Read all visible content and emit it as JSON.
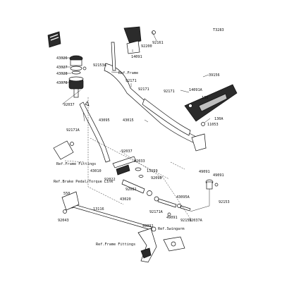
{
  "diagram": {
    "code": "T3283",
    "references": {
      "frame_top": "Ref.Frame",
      "frame_fittings_left": "Ref.Frame Fittings",
      "brake_pedal": "Ref.Brake Pedal/Torque Link",
      "swingarm": "Ref.Swingarm",
      "frame_fittings_bottom": "Ref.Frame Fittings"
    },
    "parts": {
      "p92161": "92161",
      "p92200": "92200",
      "p14091": "14091",
      "p43026": "43026",
      "p43027": "43027",
      "p43028": "43028",
      "p92153A": "92153A",
      "p43078": "43078",
      "p92171a": "92171",
      "p92171b": "92171",
      "p39156": "39156",
      "p14091A": "14091A",
      "p92171c": "92171",
      "p130": "130",
      "p130A": "130A",
      "p11053": "11053",
      "p92037": "92037",
      "p43095": "43095",
      "p43015": "43015",
      "p92171A": "92171A",
      "p92037b": "92037",
      "p92033": "92033",
      "p43010": "43010",
      "p13159": "13159",
      "p92022": "92022",
      "p92098": "92098",
      "p92081": "92081",
      "p43020": "43020",
      "p49091": "49091",
      "p49091b": "49091",
      "p43095A": "43095A",
      "p92153": "92153",
      "p550": "550",
      "p13116": "13116",
      "p92171Ab": "92171A",
      "p49091c": "49091",
      "p92153b": "92153",
      "p92037A": "92037A",
      "p92043": "92043",
      "p49091d": "49091"
    }
  }
}
